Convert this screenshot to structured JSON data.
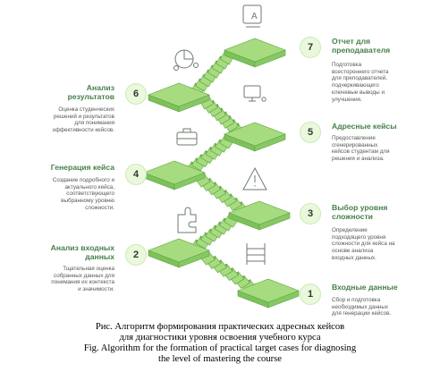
{
  "steps": [
    {
      "number": "1",
      "title": "Входные данные",
      "description": [
        "Сбор и подготовка",
        "необходимых данных",
        "для генерации кейсов."
      ]
    },
    {
      "number": "2",
      "title": [
        "Анализ входных",
        "данных"
      ],
      "description": [
        "Тщательная оценка",
        "собранных данных для",
        "понимания их контекста",
        "и значимости."
      ]
    },
    {
      "number": "3",
      "title": [
        "Выбор уровня",
        "сложности"
      ],
      "description": [
        "Определение",
        "подходящего уровня",
        "сложности для кейса на",
        "основе анализа",
        "входных данных."
      ]
    },
    {
      "number": "4",
      "title": "Генерация кейса",
      "description": [
        "Создание подробного и",
        "актуального кейса,",
        "соответствующего",
        "выбранному уровню",
        "сложности."
      ]
    },
    {
      "number": "5",
      "title": "Адресные кейсы",
      "description": [
        "Предоставление",
        "сгенерированных",
        "кейсов студентам для",
        "решения и анализа."
      ]
    },
    {
      "number": "6",
      "title": [
        "Анализ",
        "результатов"
      ],
      "description": [
        "Оценка студенческих",
        "решений и результатов",
        "для понимания",
        "эффективности кейсов."
      ]
    },
    {
      "number": "7",
      "title": [
        "Отчет для",
        "преподавателя"
      ],
      "description": [
        "Подготовка",
        "всестороннего отчета",
        "для преподавателей,",
        "подчеркивающего",
        "ключевые выводы и",
        "улучшения."
      ]
    }
  ],
  "caption": {
    "ru_line1": "Рис. Алгоритм формирования практических адресных кейсов",
    "ru_line2": "для диагностики уровня освоения учебного курса",
    "en_line1": "Fig. Algorithm for the formation of practical target cases for diagnosing",
    "en_line2": "the level of mastering the course"
  },
  "icons": [
    "document-icon",
    "pie-chart-icon",
    "monitor-icon",
    "briefcase-icon",
    "warning-icon",
    "puzzle-icon",
    "ladder-icon"
  ],
  "colors": {
    "accent": "#45804a",
    "stair_top": "#a6dc7f",
    "stair_side": "#7cc15a",
    "badge": "#eaf8dc"
  }
}
